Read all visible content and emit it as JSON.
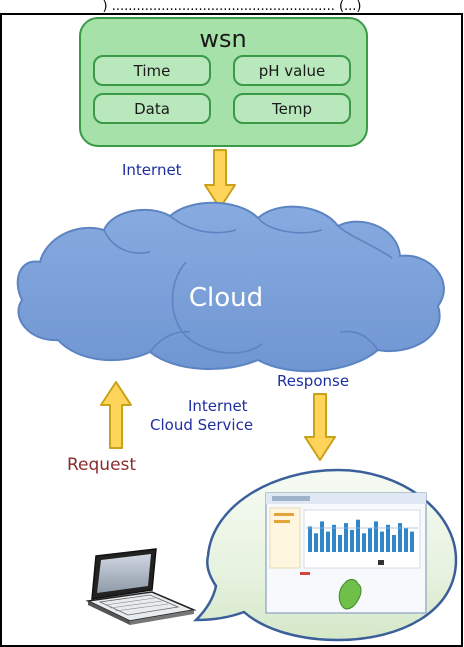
{
  "header_fragment": ") ...................................................... (...)",
  "wsn": {
    "title": "wsn",
    "fields": [
      "Time",
      "pH value",
      "Data",
      "Temp"
    ]
  },
  "labels": {
    "internet_top": "Internet",
    "cloud": "Cloud",
    "response": "Response",
    "internet_service_line1": "Internet",
    "internet_service_line2": "Cloud Service",
    "request": "Request"
  },
  "colors": {
    "wsn_fill": "#a6e1a9",
    "wsn_stroke": "#3a9a48",
    "cloud_fill": "#7ea3db",
    "cloud_stroke": "#5c84c2",
    "arrow_fill": "#ffd45a",
    "arrow_stroke": "#c9a21a",
    "label_blue": "#1f2fa0",
    "label_red": "#8b2b2b",
    "bubble_stroke": "#3b5f9a"
  }
}
